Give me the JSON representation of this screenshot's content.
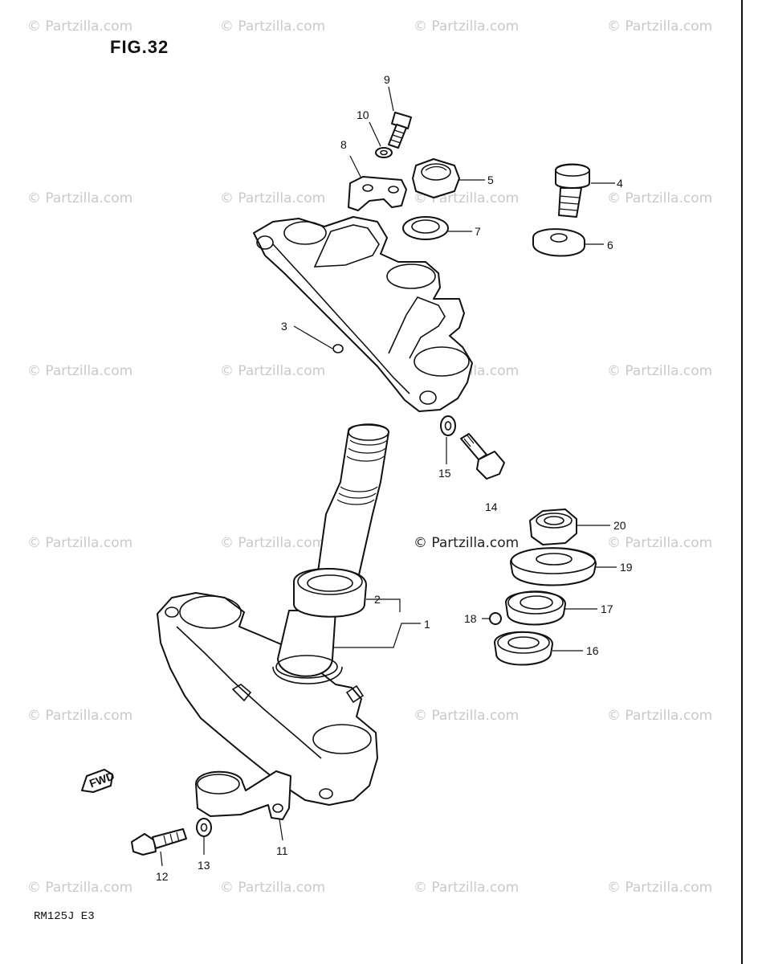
{
  "figure": {
    "title": "FIG.32",
    "model_code": "RM125J E3"
  },
  "watermark": {
    "text": "© Partzilla.com",
    "center_text": "© Partzilla.com"
  },
  "fwd_label": "FWD",
  "callouts": {
    "c1": "1",
    "c2": "2",
    "c3": "3",
    "c4": "4",
    "c5": "5",
    "c6": "6",
    "c7": "7",
    "c8": "8",
    "c9": "9",
    "c10": "10",
    "c11": "11",
    "c12": "12",
    "c13": "13",
    "c14": "14",
    "c15": "15",
    "c16": "16",
    "c17": "17",
    "c18": "18",
    "c19": "19",
    "c20": "20"
  }
}
